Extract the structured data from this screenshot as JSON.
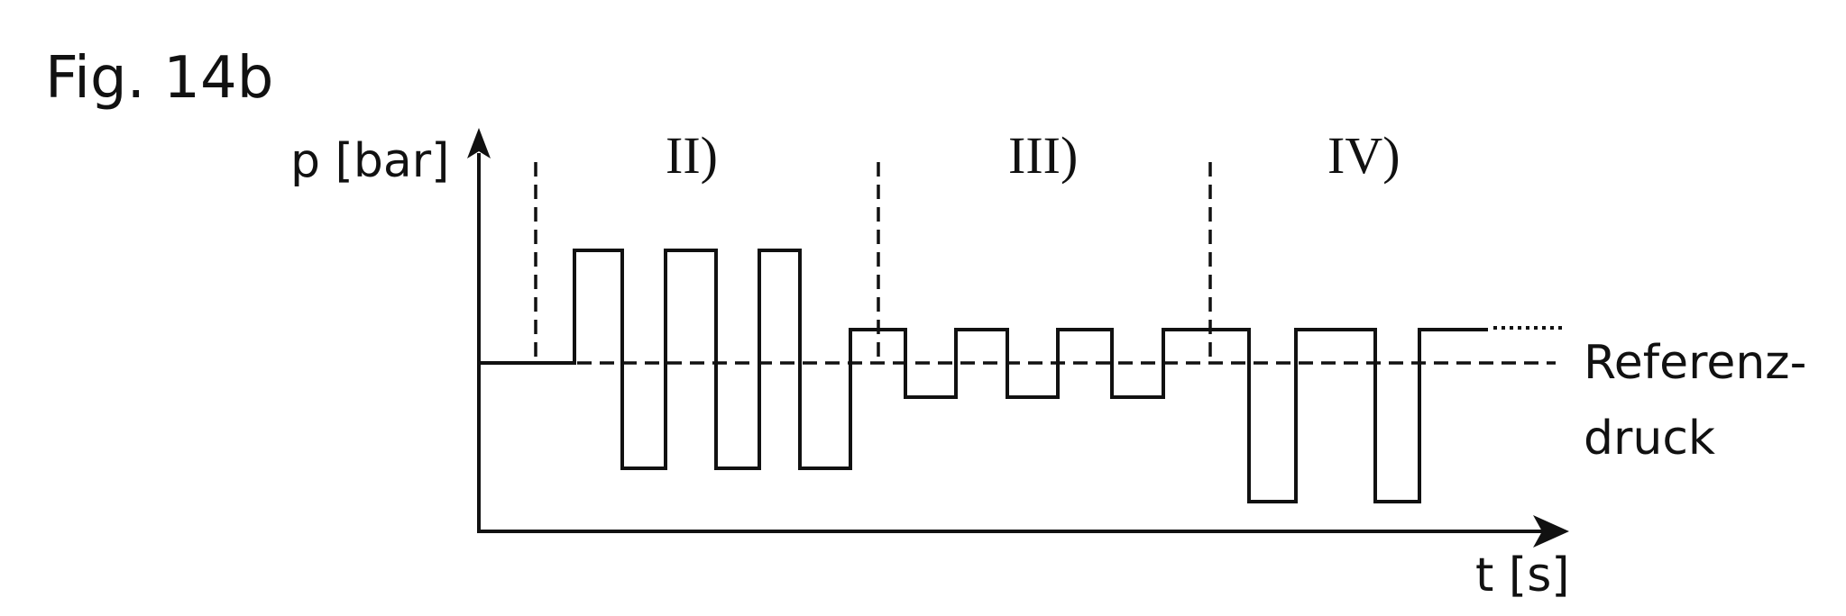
{
  "figure_label": "Fig. 14b",
  "axes": {
    "y_label": "p [bar]",
    "x_label": "t [s]"
  },
  "phases": [
    "II)",
    "III)",
    "IV)"
  ],
  "reference": {
    "line1": "Referenz-",
    "line2": "druck"
  },
  "signal_levels": {
    "reference": 0,
    "phase_II_high": 1,
    "phase_II_low": -1,
    "phase_III_high": 0.3,
    "phase_III_low": -0.3,
    "phase_IV_high": 0.3,
    "phase_IV_low": -1.3
  }
}
